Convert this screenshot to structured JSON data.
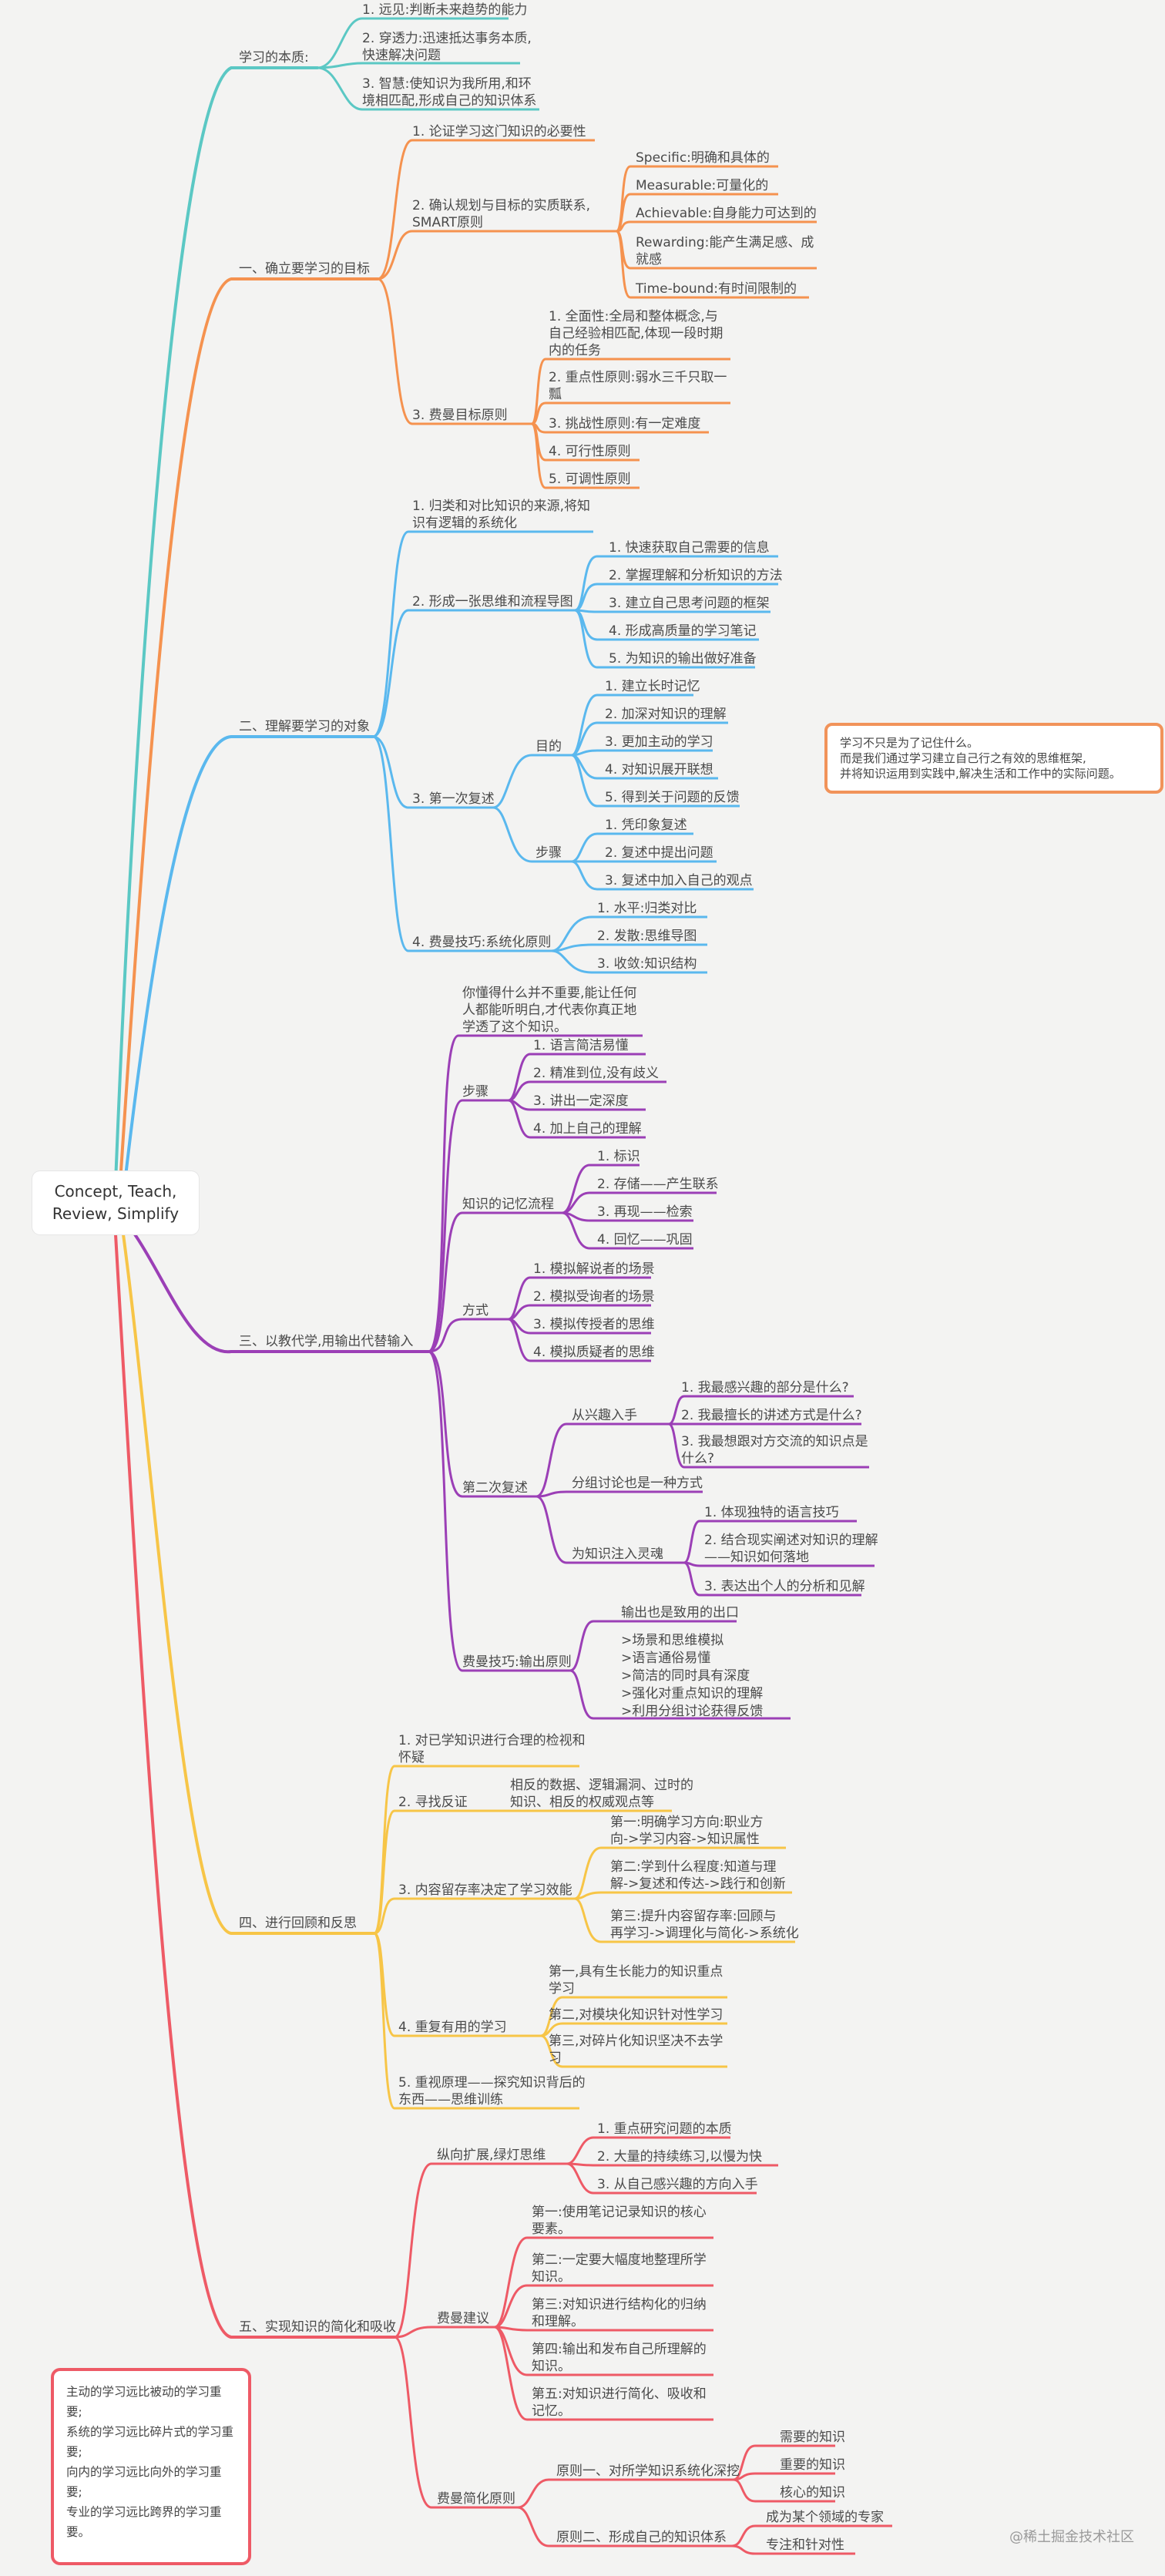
{
  "root": {
    "line1": "Concept, Teach,",
    "line2": "Review, Simplify"
  },
  "note_right": {
    "line1": "学习不只是为了记住什么。",
    "line2": "而是我们通过学习建立自己行之有效的思维框架,",
    "line3": "并将知识运用到实践中,解决生活和工作中的实际问题。"
  },
  "note_left": {
    "line1": "主动的学习远比被动的学习重",
    "line2": "要;",
    "line3": "系统的学习远比碎片式的学习重",
    "line4": "要;",
    "line5": "向内的学习远比向外的学习重",
    "line6": "要;",
    "line7": "专业的学习远比跨界的学习重",
    "line8": "要。"
  },
  "watermark": "@稀土掘金技术社区",
  "colors": {
    "teal": "#5bc8c4",
    "orange": "#f5924f",
    "blue": "#5ab8ee",
    "purple": "#9b3fb6",
    "yellow": "#f7c547",
    "red": "#ee5a66"
  },
  "branches": {
    "essence": {
      "label": "学习的本质:",
      "items": [
        "1. 远见:判断未来趋势的能力",
        "2. 穿透力:迅速抵达事务本质,",
        "快速解决问题",
        "3. 智慧:使知识为我所用,和环",
        "境相匹配,形成自己的知识体系"
      ]
    },
    "b1": {
      "label": "一、确立要学习的目标",
      "c1": "1. 论证学习这门知识的必要性",
      "c2a": "2. 确认规划与目标的实质联系,",
      "c2b": "SMART原则",
      "smart": [
        "Specific:明确和具体的",
        "Measurable:可量化的",
        "Achievable:自身能力可达到的",
        "Rewarding:能产生满足感、成",
        "就感",
        "Time-bound:有时间限制的"
      ],
      "c3": "3. 费曼目标原则",
      "c3items": [
        "1. 全面性:全局和整体概念,与",
        "自己经验相匹配,体现一段时期",
        "内的任务",
        "2. 重点性原则:弱水三千只取一",
        "瓢",
        "3. 挑战性原则:有一定难度",
        "4. 可行性原则",
        "5. 可调性原则"
      ]
    },
    "b2": {
      "label": "二、理解要学习的对象",
      "c1a": "1. 归类和对比知识的来源,将知",
      "c1b": "识有逻辑的系统化",
      "c2": "2. 形成一张思维和流程导图",
      "c2items": [
        "1. 快速获取自己需要的信息",
        "2. 掌握理解和分析知识的方法",
        "3. 建立自己思考问题的框架",
        "4. 形成高质量的学习笔记",
        "5. 为知识的输出做好准备"
      ],
      "c3": "3. 第一次复述",
      "purpose": "目的",
      "purpose_items": [
        "1. 建立长时记忆",
        "2. 加深对知识的理解",
        "3. 更加主动的学习",
        "4. 对知识展开联想",
        "5. 得到关于问题的反馈"
      ],
      "steps": "步骤",
      "steps_items": [
        "1. 凭印象复述",
        "2. 复述中提出问题",
        "3. 复述中加入自己的观点"
      ],
      "c4": "4. 费曼技巧:系统化原则",
      "c4items": [
        "1. 水平:归类对比",
        "2. 发散:思维导图",
        "3. 收敛:知识结构"
      ]
    },
    "b3": {
      "label": "三、以教代学,用输出代替输入",
      "intro": [
        "你懂得什么并不重要,能让任何",
        "人都能听明白,才代表你真正地",
        "学透了这个知识。"
      ],
      "steps": "步骤",
      "steps_items": [
        "1. 语言简洁易懂",
        "2. 精准到位,没有歧义",
        "3. 讲出一定深度",
        "4. 加上自己的理解"
      ],
      "memory": "知识的记忆流程",
      "memory_items": [
        "1. 标识",
        "2. 存储——产生联系",
        "3. 再现——检索",
        "4. 回忆——巩固"
      ],
      "method": "方式",
      "method_items": [
        "1. 模拟解说者的场景",
        "2. 模拟受询者的场景",
        "3. 模拟传授者的思维",
        "4. 模拟质疑者的思维"
      ],
      "second": "第二次复述",
      "interest": "从兴趣入手",
      "interest_items": [
        "1. 我最感兴趣的部分是什么?",
        "2. 我最擅长的讲述方式是什么?",
        "3. 我最想跟对方交流的知识点是",
        "什么?"
      ],
      "group": "分组讨论也是一种方式",
      "soul": "为知识注入灵魂",
      "soul_items": [
        "1. 体现独特的语言技巧",
        "2. 结合现实阐述对知识的理解",
        "——知识如何落地",
        "3. 表达出个人的分析和见解"
      ],
      "output": "费曼技巧:输出原则",
      "output_items": [
        "输出也是致用的出口",
        ">场景和思维模拟",
        ">语言通俗易懂",
        ">简洁的同时具有深度",
        ">强化对重点知识的理解",
        ">利用分组讨论获得反馈"
      ]
    },
    "b4": {
      "label": "四、进行回顾和反思",
      "c1a": "1. 对已学知识进行合理的检视和",
      "c1b": "怀疑",
      "c2": "2. 寻找反证",
      "c2items": [
        "相反的数据、逻辑漏洞、过时的",
        "知识、相反的权威观点等"
      ],
      "c3": "3. 内容留存率决定了学习效能",
      "c3items": [
        "第一:明确学习方向:职业方",
        "向->学习内容->知识属性",
        "第二:学到什么程度:知道与理",
        "解->复述和传达->践行和创新",
        "第三:提升内容留存率:回顾与",
        "再学习->调理化与简化->系统化"
      ],
      "c4": "4. 重复有用的学习",
      "c4items": [
        "第一,具有生长能力的知识重点",
        "学习",
        "第二,对模块化知识针对性学习",
        "第三,对碎片化知识坚决不去学",
        "习"
      ],
      "c5a": "5. 重视原理——探究知识背后的",
      "c5b": "东西——思维训练"
    },
    "b5": {
      "label": "五、实现知识的简化和吸收",
      "c1": "纵向扩展,绿灯思维",
      "c1items": [
        "1. 重点研究问题的本质",
        "2. 大量的持续练习,以慢为快",
        "3. 从自己感兴趣的方向入手"
      ],
      "c2": "费曼建议",
      "c2items": [
        "第一:使用笔记记录知识的核心",
        "要素。",
        "第二:一定要大幅度地整理所学",
        "知识。",
        "第三:对知识进行结构化的归纳",
        "和理解。",
        "第四:输出和发布自己所理解的",
        "知识。",
        "第五:对知识进行简化、吸收和",
        "记忆。"
      ],
      "c3": "费曼简化原则",
      "p1": "原则一、对所学知识系统化深挖",
      "p1items": [
        "需要的知识",
        "重要的知识",
        "核心的知识"
      ],
      "p2": "原则二、形成自己的知识体系",
      "p2items": [
        "成为某个领域的专家",
        "专注和针对性"
      ]
    }
  }
}
